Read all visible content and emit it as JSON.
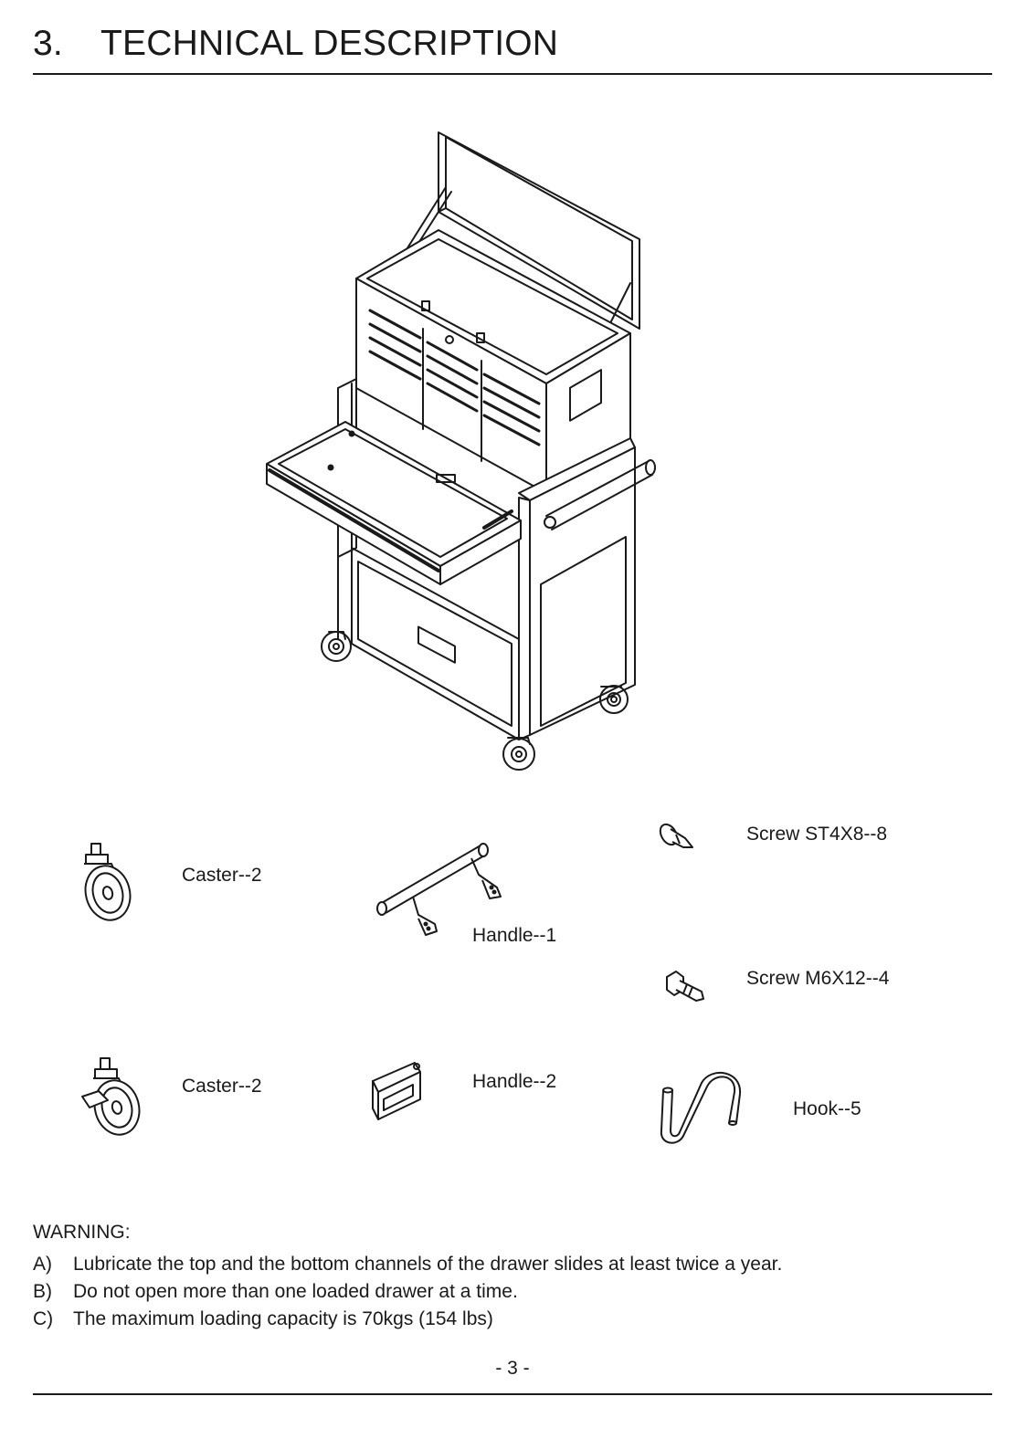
{
  "section": {
    "number": "3.",
    "title": "TECHNICAL DESCRIPTION"
  },
  "parts": [
    {
      "label": "Caster--2",
      "icon": "caster-icon"
    },
    {
      "label": "Handle--1",
      "icon": "bar-handle-icon"
    },
    {
      "label": "Screw ST4X8--8",
      "icon": "screw-st4x8-icon"
    },
    {
      "label": "Screw M6X12--4",
      "icon": "screw-m6x12-icon"
    },
    {
      "label": "Caster--2",
      "icon": "brake-caster-icon"
    },
    {
      "label": "Handle--2",
      "icon": "side-handle-icon"
    },
    {
      "label": "Hook--5",
      "icon": "hook-icon"
    }
  ],
  "warning": {
    "title": "WARNING:",
    "items": [
      {
        "letter": "A)",
        "text": "Lubricate the top and the bottom channels of the drawer slides at least twice a year."
      },
      {
        "letter": "B)",
        "text": "Do not open more than one loaded drawer at a time."
      },
      {
        "letter": "C)",
        "text": "The maximum loading capacity is 70kgs (154 lbs)"
      }
    ]
  },
  "page_number": "- 3 -"
}
